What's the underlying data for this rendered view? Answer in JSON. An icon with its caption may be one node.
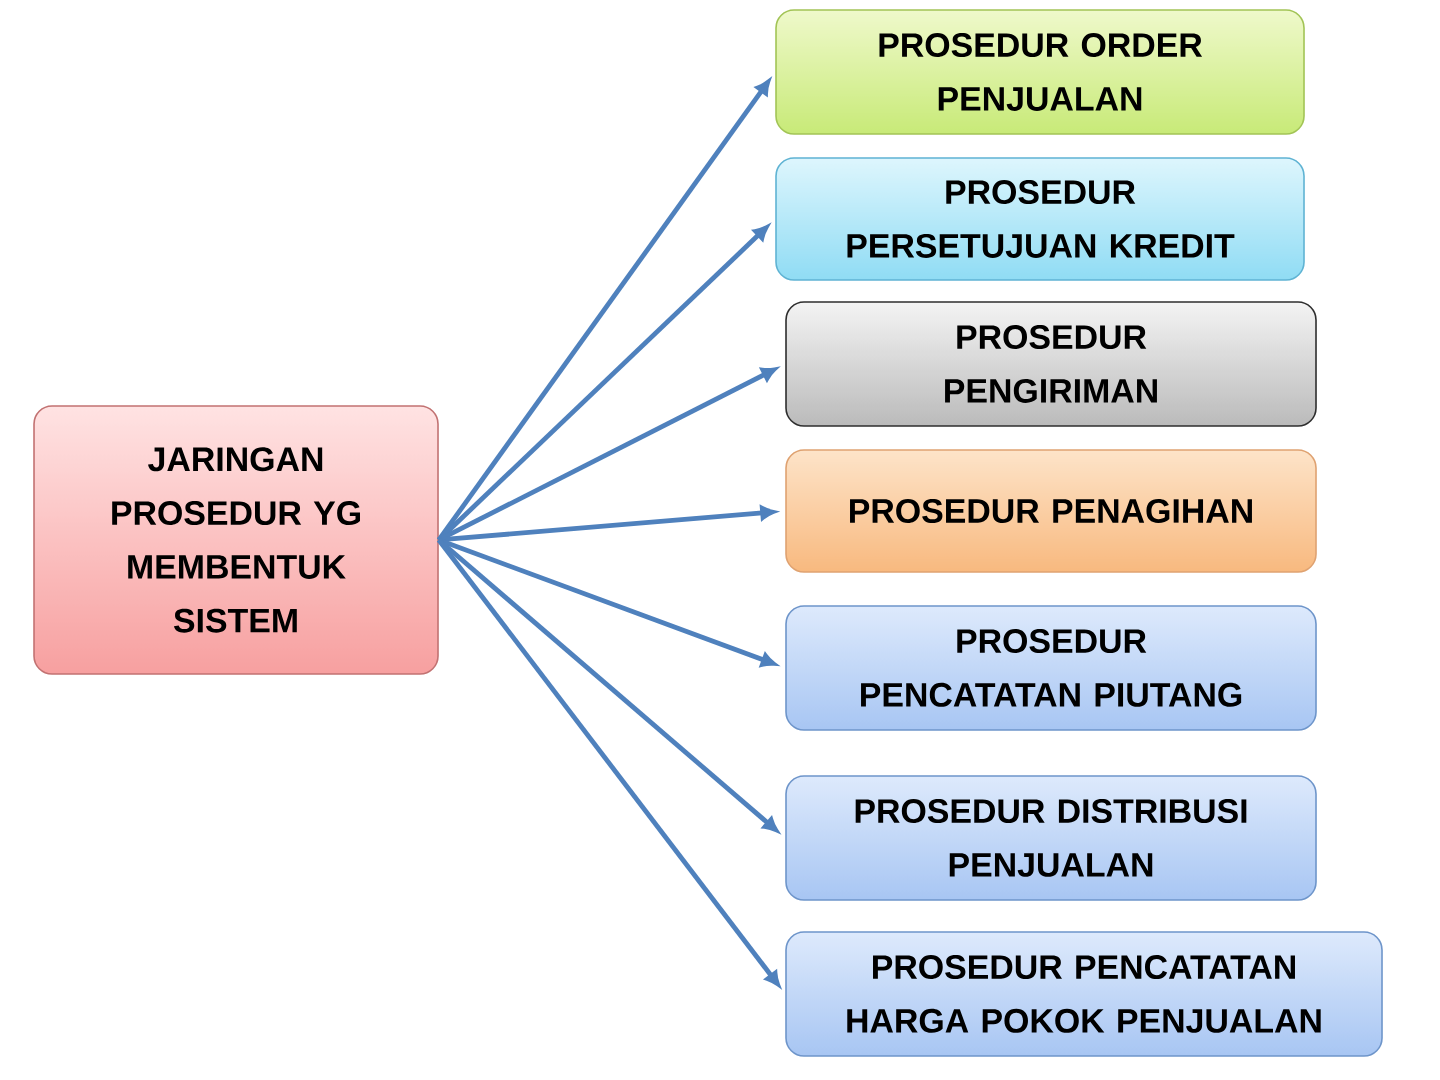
{
  "diagram": {
    "nodes": [
      {
        "text": [
          "JARINGAN PROSEDUR YG MEMBENTUK SISTEM"
        ]
      },
      {
        "text": [
          "PROSEDUR ORDER PENJUALAN"
        ]
      },
      {
        "text": [
          "PROSEDUR PERSETUJUAN KREDIT"
        ]
      },
      {
        "text": [
          "PROSEDUR PENGIRIMAN"
        ]
      },
      {
        "text": [
          "PROSEDUR PENAGIHAN"
        ]
      },
      {
        "text": [
          "PROSEDUR PENCATATAN PIUTANG"
        ]
      },
      {
        "text": [
          "PROSEDUR DISTRIBUSI PENJUALAN"
        ]
      },
      {
        "text": [
          "PROSEDUR PENCATATAN HARGA POKOK PENJUALAN"
        ]
      }
    ],
    "edges": [
      {
        "from": 0,
        "to": 1,
        "arrow": "to"
      },
      {
        "from": 0,
        "to": 2,
        "arrow": "to"
      },
      {
        "from": 0,
        "to": 3,
        "arrow": "to"
      },
      {
        "from": 0,
        "to": 4,
        "arrow": "to"
      },
      {
        "from": 0,
        "to": 5,
        "arrow": "to"
      },
      {
        "from": 0,
        "to": 6,
        "arrow": "to"
      },
      {
        "from": 0,
        "to": 7,
        "arrow": "to"
      }
    ]
  }
}
